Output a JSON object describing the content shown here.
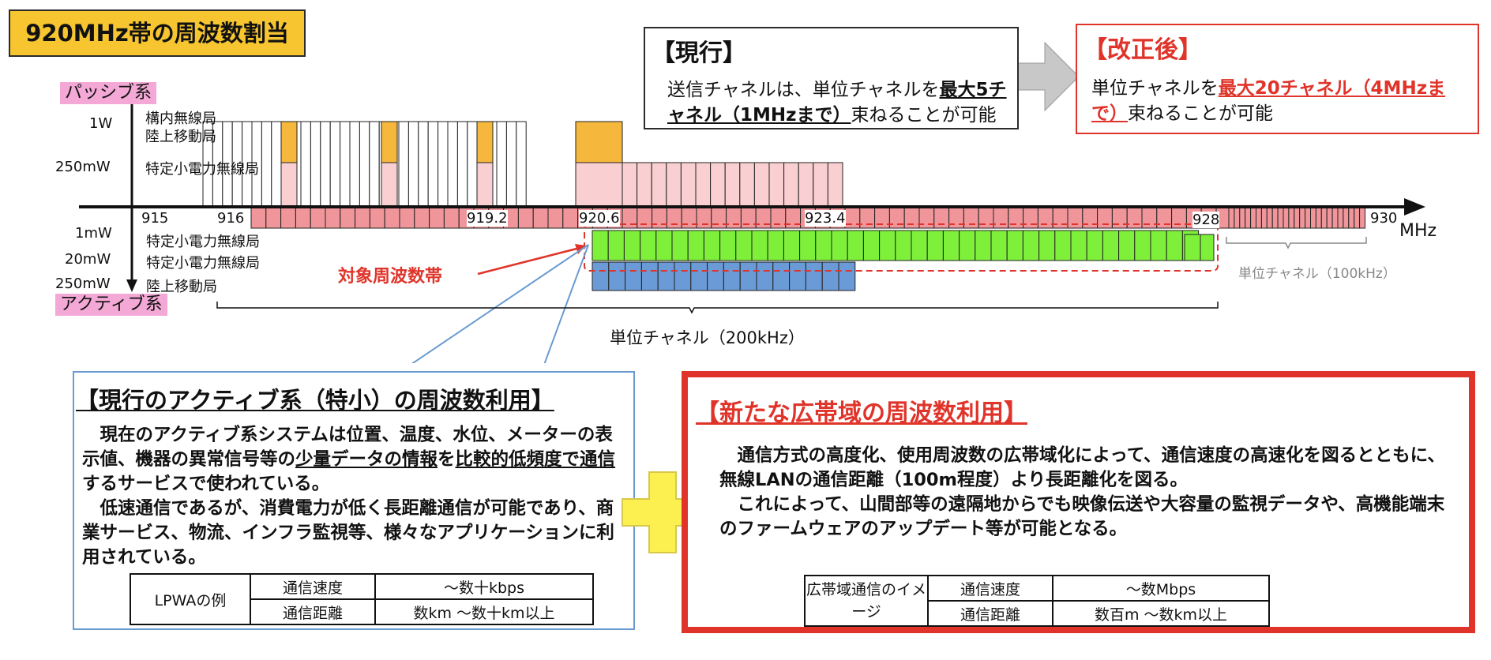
{
  "title": "920MHz帯の周波数割当",
  "passive_label": "パッシブ系",
  "active_label": "アクティブ系",
  "power_levels": {
    "w1": "1W",
    "mw250_top": "250mW",
    "mw1": "1mW",
    "mw20": "20mW",
    "mw250_bottom": "250mW"
  },
  "station_labels": {
    "premise": "構内無線局",
    "land_mobile_top": "陸上移動局",
    "specified_low_power_top": "特定小電力無線局",
    "specified_low_power_1mw": "特定小電力無線局",
    "specified_low_power_20mw": "特定小電力無線局",
    "land_mobile_bottom": "陸上移動局"
  },
  "freq_ticks": [
    "915",
    "916",
    "919.2",
    "920.6",
    "923.4",
    "928",
    "930"
  ],
  "freq_unit": "MHz",
  "target_band_label": "対象周波数帯",
  "unit_channel_100k": "単位チャネル（100kHz）",
  "unit_channel_200k": "単位チャネル（200kHz）",
  "current": {
    "heading": "【現行】",
    "text_a": "送信チャネルは、単位チャネルを",
    "text_b": "最大5チャネル（1MHzまで）",
    "text_c": "束ねることが可能"
  },
  "revised": {
    "heading": "【改正後】",
    "text_a": "単位チャネルを",
    "text_b": "最大20チャネル（4MHzまで）",
    "text_c": "束ねることが可能"
  },
  "left_panel": {
    "heading": "【現行のアクティブ系（特小）の周波数利用】",
    "p1a": "現在のアクティブ系システムは位置、温度、水位、メーターの表示値、機器の異常信号等の",
    "p1b": "少量データの情報",
    "p1c": "を",
    "p1d": "比較的低頻度で通信",
    "p1e": "するサービスで使われている。",
    "p2": "低速通信であるが、消費電力が低く長距離通信が可能であり、商業サービス、物流、インフラ監視等、様々なアプリケーションに利用されている。",
    "table": {
      "name": "LPWAの例",
      "speed_label": "通信速度",
      "speed_value": "～数十kbps",
      "range_label": "通信距離",
      "range_value": "数km ～数十km以上"
    }
  },
  "right_panel": {
    "heading": "【新たな広帯域の周波数利用】",
    "p1": "通信方式の高度化、使用周波数の広帯域化によって、通信速度の高速化を図るとともに、無線LANの通信距離（100m程度）より長距離化を図る。",
    "p2": "これによって、山間部等の遠隔地からでも映像伝送や大容量の監視データや、高機能端末のファームウェアのアップデート等が可能となる。",
    "table": {
      "name": "広帯域通信のイメージ",
      "speed_label": "通信速度",
      "speed_value": "～数Mbps",
      "range_label": "通信距離",
      "range_value": "数百m ～数km以上"
    }
  },
  "colors": {
    "orange": "#f6b83c",
    "light_pink": "#f9cfd2",
    "pink": "#f0969b",
    "green": "#7ef03a",
    "blue": "#6b9bd6",
    "red": "#e0342a",
    "yellow": "#fbf04f"
  }
}
